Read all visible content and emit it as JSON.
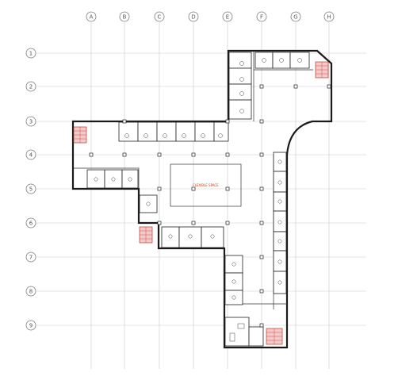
{
  "columns": [
    "A",
    "B",
    "C",
    "D",
    "E",
    "F",
    "G",
    "H"
  ],
  "rows": [
    "1",
    "2",
    "3",
    "4",
    "5",
    "6",
    "7",
    "8",
    "9"
  ],
  "spaces": {
    "central_space": "FLEXIBLE SPACE"
  },
  "colors": {
    "stair_fill": "#f3c9c9",
    "stair_stroke": "#c0392b",
    "label_accent": "#d04010"
  }
}
